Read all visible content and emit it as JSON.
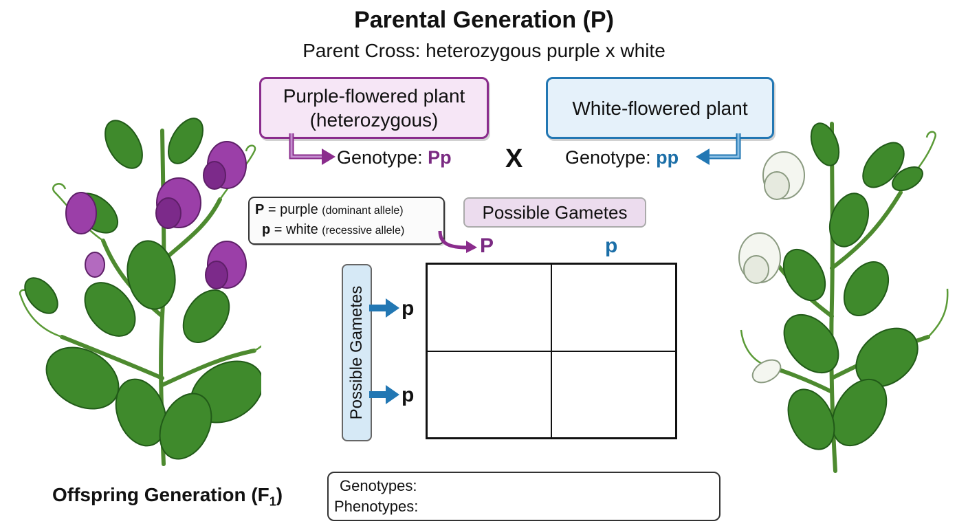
{
  "header": {
    "title": "Parental Generation (P)",
    "subtitle": "Parent Cross: heterozygous purple x white"
  },
  "parents": {
    "purple": {
      "line1": "Purple-flowered plant",
      "line2": "(heterozygous)",
      "genotype_label": "Genotype: ",
      "genotype_value": "Pp",
      "color": "#8a2c8c"
    },
    "white": {
      "label": "White-flowered plant",
      "genotype_label": "Genotype: ",
      "genotype_value": "pp",
      "color": "#2277b3"
    },
    "cross_symbol": "X"
  },
  "key": {
    "dominant_symbol": "P",
    "dominant_text": " = purple ",
    "dominant_note": "(dominant allele)",
    "recessive_symbol": "p",
    "recessive_text": " = white ",
    "recessive_note": "(recessive allele)"
  },
  "punnett": {
    "top_label": "Possible Gametes",
    "side_label": "Possible Gametes",
    "top_alleles": [
      "P",
      "p"
    ],
    "side_alleles": [
      "p",
      "p"
    ],
    "cells": [
      "",
      "",
      "",
      ""
    ]
  },
  "offspring": {
    "label": "Offspring Generation (F",
    "label_sub": "1",
    "label_end": ")",
    "genotypes_label": "Genotypes:",
    "phenotypes_label": "Phenotypes:"
  }
}
